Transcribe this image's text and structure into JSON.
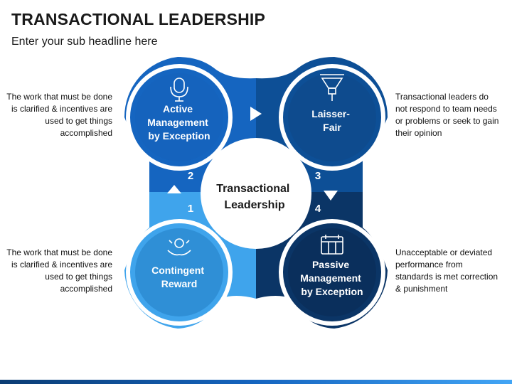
{
  "header": {
    "title": "TRANSACTIONAL LEADERSHIP",
    "subtitle": "Enter your sub headline here"
  },
  "center_label": [
    "Transactional",
    "Leadership"
  ],
  "nodes": [
    {
      "id": "contingent-reward",
      "number": "1",
      "label_lines": [
        "Contingent",
        "Reward"
      ],
      "icon": "reward-hand-icon",
      "color": "#3fa4ec",
      "description": "The work that must be done is clarified & incentives are used to get things accomplished"
    },
    {
      "id": "active-management",
      "number": "2",
      "label_lines": [
        "Active",
        "Management",
        "by Exception"
      ],
      "icon": "microphone-icon",
      "color": "#1565c0",
      "description": "The work that must be done is clarified & incentives are used to get things accomplished"
    },
    {
      "id": "laisser-faire",
      "number": "3",
      "label_lines": [
        "Laisser-",
        "Fair"
      ],
      "icon": "funnel-icon",
      "color": "#0d4f96",
      "description": "Transactional leaders do not respond to team needs or problems or seek to gain their opinion"
    },
    {
      "id": "passive-management",
      "number": "4",
      "label_lines": [
        "Passive",
        "Management",
        "by Exception"
      ],
      "icon": "calendar-money-icon",
      "color": "#0b3566",
      "description": "Unacceptable or deviated performance from standards is met correction & punishment"
    }
  ]
}
